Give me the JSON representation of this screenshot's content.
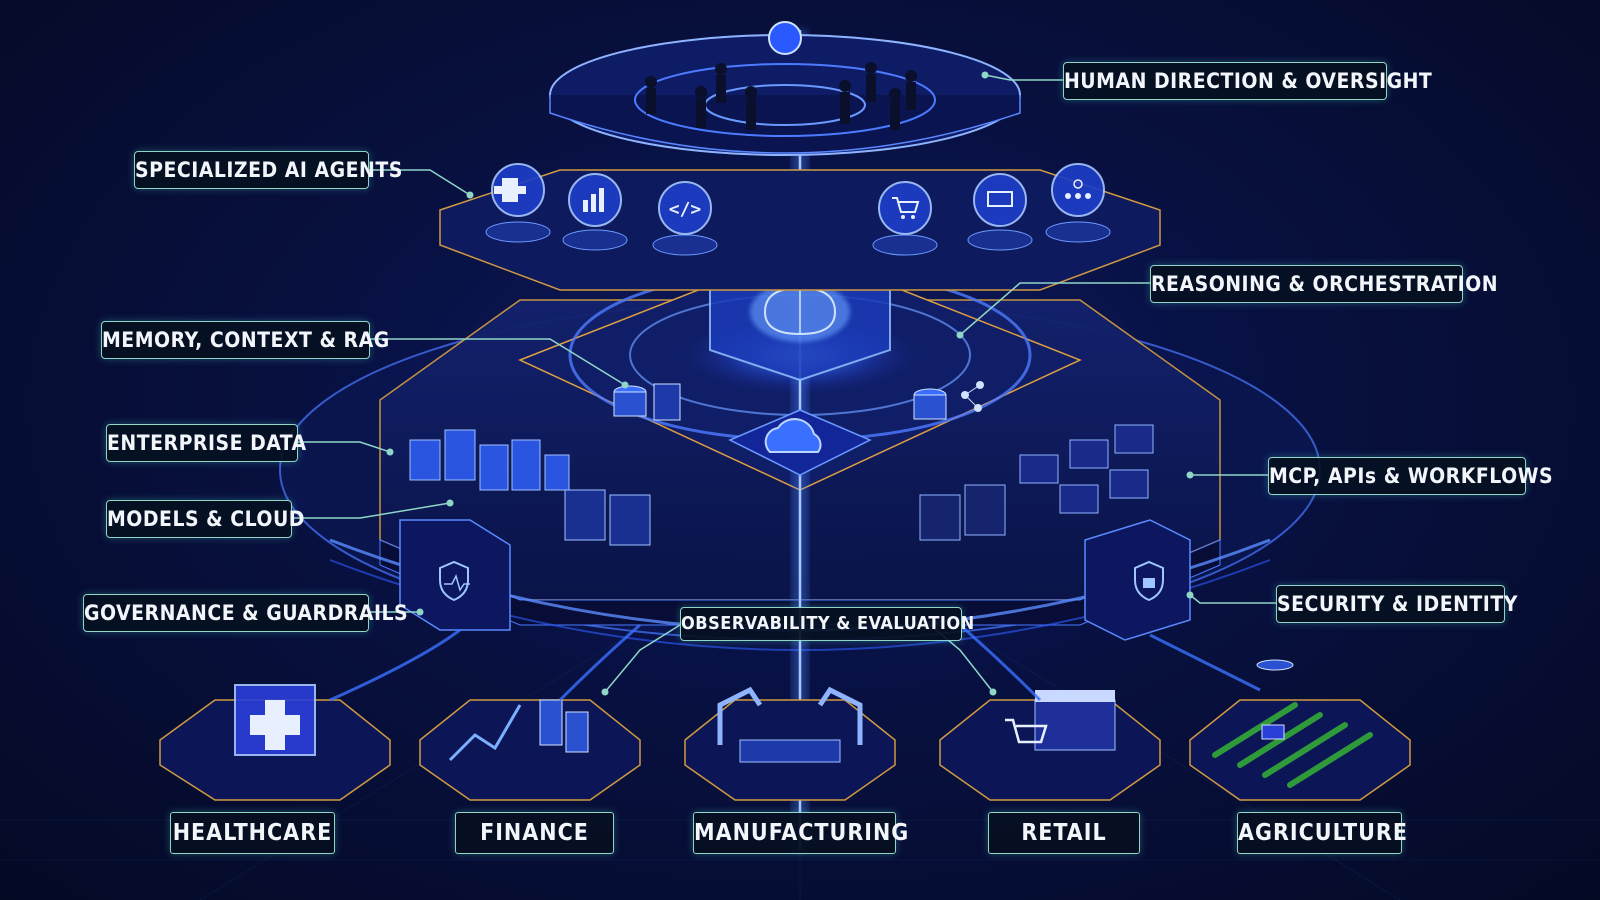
{
  "layers": {
    "human_direction": "HUMAN DIRECTION & OVERSIGHT",
    "specialized_agents": "SPECIALIZED AI AGENTS",
    "reasoning": "REASONING & ORCHESTRATION",
    "memory": "MEMORY, CONTEXT & RAG",
    "enterprise_data": "ENTERPRISE DATA",
    "models_cloud": "MODELS & CLOUD",
    "mcp_apis": "MCP, APIs & WORKFLOWS",
    "governance": "GOVERNANCE & GUARDRAILS",
    "observability": "OBSERVABILITY & EVALUATION",
    "security": "SECURITY & IDENTITY"
  },
  "sectors": {
    "healthcare": "HEALTHCARE",
    "finance": "FINANCE",
    "manufacturing": "MANUFACTURING",
    "retail": "RETAIL",
    "agriculture": "AGRICULTURE"
  },
  "icons": {
    "agents": [
      "medical-cross-icon",
      "chart-icon",
      "code-icon",
      "shopping-cart-icon",
      "logistics-icon",
      "workflow-icon"
    ],
    "core": "brain-icon",
    "cloud": "cloud-icon",
    "governance": "shield-pulse-icon",
    "security": "shield-lock-icon"
  },
  "colors": {
    "glow": "#3a7bff",
    "accent": "#8fd6c7",
    "gold": "#e0a040",
    "background": "#081040"
  }
}
